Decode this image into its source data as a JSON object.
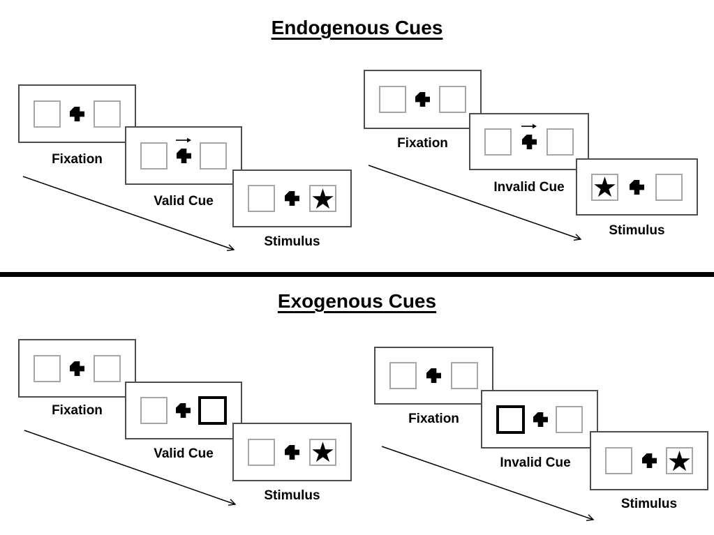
{
  "figure": {
    "divider_color": "#000000",
    "panel_border_color": "#4d4d4d",
    "box_border_color": "#a6a6a6",
    "ink_color": "#000000"
  },
  "sections": [
    {
      "title": "Endogenous Cues",
      "cue_style": "central arrow above fixation cross",
      "trials": [
        {
          "type": "valid",
          "cue_side": "right",
          "stimulus_side": "right",
          "panels": [
            {
              "label": "Fixation"
            },
            {
              "label": "Valid Cue"
            },
            {
              "label": "Stimulus"
            }
          ]
        },
        {
          "type": "invalid",
          "cue_side": "right",
          "stimulus_side": "left",
          "panels": [
            {
              "label": "Fixation"
            },
            {
              "label": "Invalid Cue"
            },
            {
              "label": "Stimulus"
            }
          ]
        }
      ]
    },
    {
      "title": "Exogenous Cues",
      "cue_style": "thick highlighted peripheral box",
      "trials": [
        {
          "type": "valid",
          "cue_side": "right",
          "stimulus_side": "right",
          "panels": [
            {
              "label": "Fixation"
            },
            {
              "label": "Valid Cue"
            },
            {
              "label": "Stimulus"
            }
          ]
        },
        {
          "type": "invalid",
          "cue_side": "left",
          "stimulus_side": "right",
          "panels": [
            {
              "label": "Fixation"
            },
            {
              "label": "Invalid Cue"
            },
            {
              "label": "Stimulus"
            }
          ]
        }
      ]
    }
  ]
}
